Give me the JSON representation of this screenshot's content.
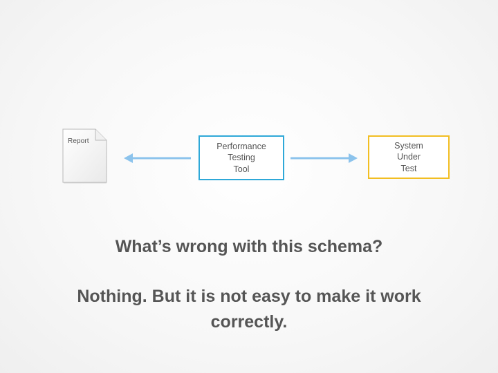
{
  "diagram": {
    "report": {
      "label": "Report"
    },
    "tool": {
      "label": "Performance\nTesting\nTool",
      "border_color": "#2ea8d8"
    },
    "system": {
      "label": "System\nUnder\nTest",
      "border_color": "#f2be22"
    },
    "arrow_color": "#8cc3ec"
  },
  "question": "What’s wrong with this schema?",
  "answer": "Nothing. But it is not easy to make it work correctly."
}
